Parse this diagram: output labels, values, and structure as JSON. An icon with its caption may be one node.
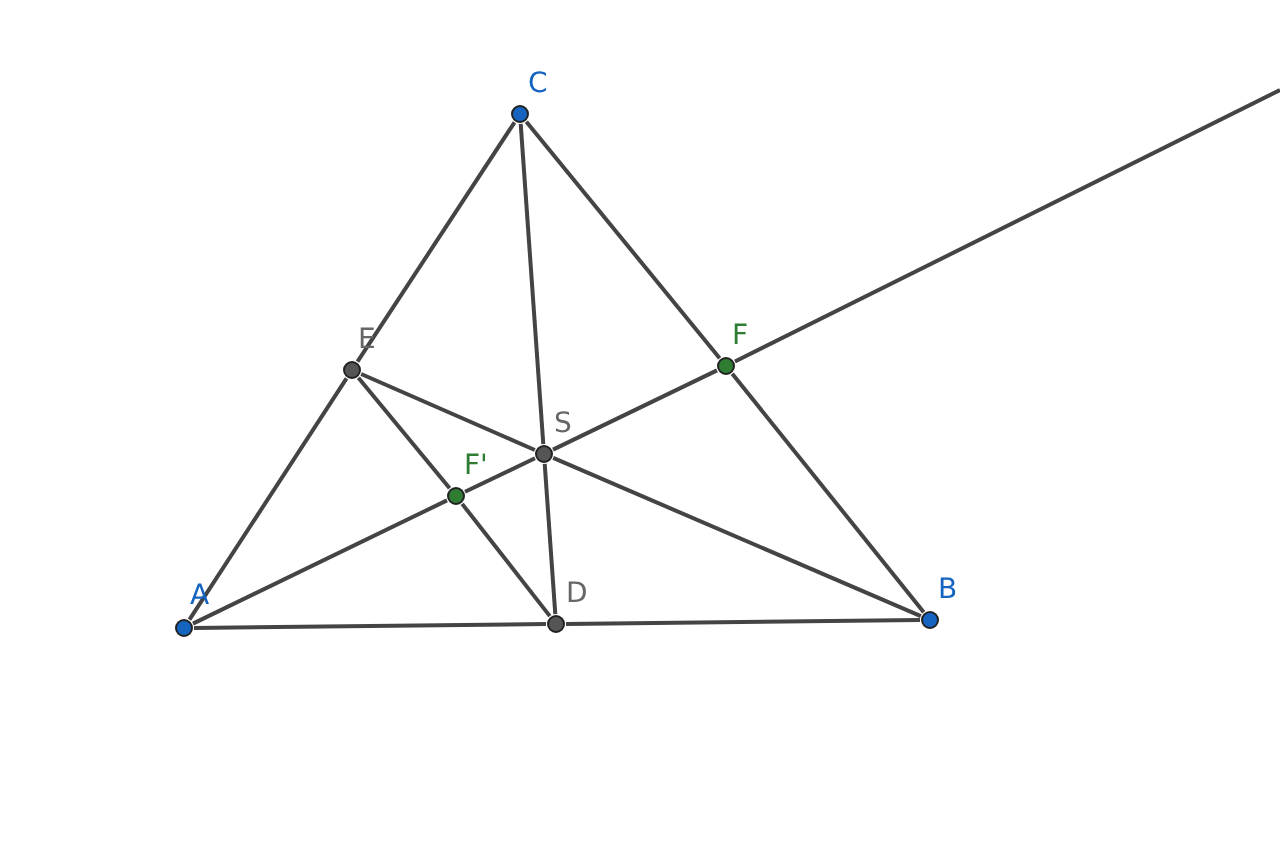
{
  "diagram": {
    "nodes": [
      {
        "text": [],
        "shape": "circle",
        "beside": [
          "A"
        ]
      },
      {
        "text": [],
        "shape": "circle",
        "beside": [
          "B"
        ]
      },
      {
        "text": [],
        "shape": "circle",
        "beside": [
          "C"
        ]
      },
      {
        "text": [],
        "shape": "circle",
        "beside": [
          "E"
        ]
      },
      {
        "text": [],
        "shape": "circle",
        "beside": [
          "F"
        ]
      },
      {
        "text": [],
        "shape": "circle",
        "beside": [
          "S"
        ]
      },
      {
        "text": [],
        "shape": "circle",
        "beside": [
          "F'"
        ]
      },
      {
        "text": [],
        "shape": "circle",
        "beside": [
          "D"
        ]
      }
    ],
    "edges": [
      {
        "from": 0,
        "to": 3,
        "arrow": "none"
      },
      {
        "from": 3,
        "to": 2,
        "arrow": "none"
      },
      {
        "from": 2,
        "to": 4,
        "arrow": "none"
      },
      {
        "from": 4,
        "to": 1,
        "arrow": "none"
      },
      {
        "from": 0,
        "to": 7,
        "arrow": "none"
      },
      {
        "from": 7,
        "to": 1,
        "arrow": "none"
      },
      {
        "from": 2,
        "to": 5,
        "arrow": "none"
      },
      {
        "from": 5,
        "to": 7,
        "arrow": "none"
      },
      {
        "from": 3,
        "to": 5,
        "arrow": "none"
      },
      {
        "from": 5,
        "to": 1,
        "arrow": "none"
      },
      {
        "from": 3,
        "to": 6,
        "arrow": "none"
      },
      {
        "from": 6,
        "to": 7,
        "arrow": "none"
      },
      {
        "from": 0,
        "to": 6,
        "arrow": "none"
      },
      {
        "from": 6,
        "to": 5,
        "arrow": "none"
      },
      {
        "from": 5,
        "to": 4,
        "arrow": "none"
      },
      {
        "from": 4,
        "to": null,
        "arrow": "none"
      }
    ]
  }
}
